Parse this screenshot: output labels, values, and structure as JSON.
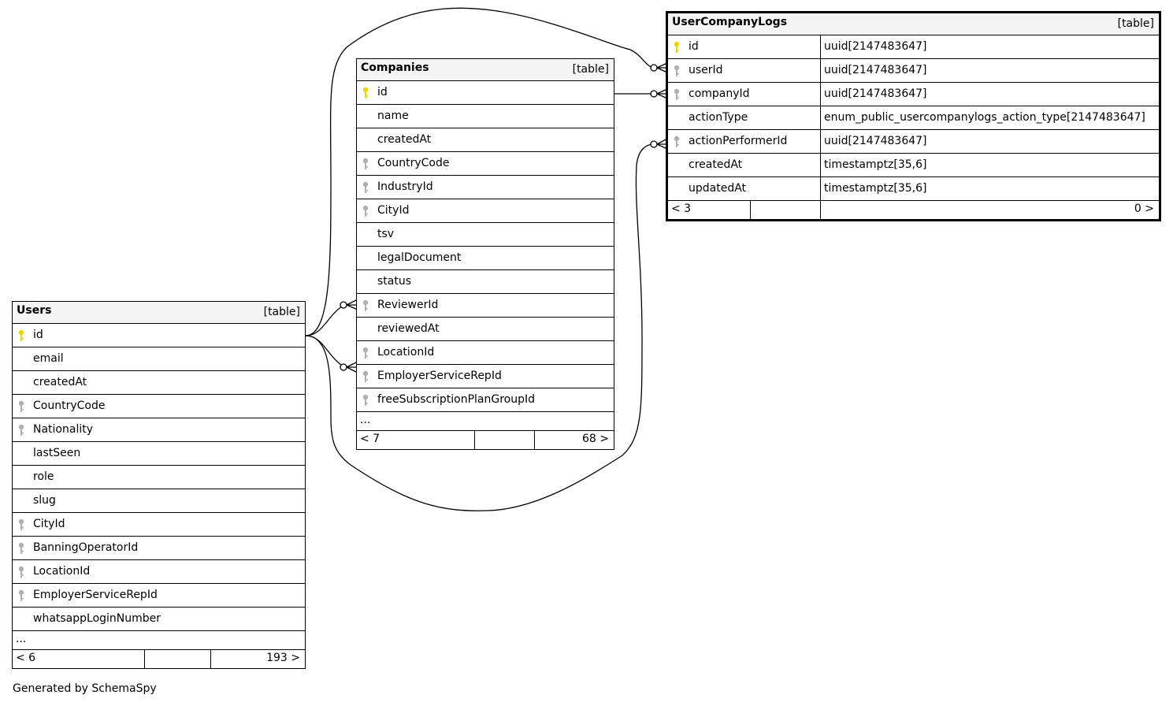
{
  "footer_text": "Generated by SchemaSpy",
  "colors": {
    "primary_key": "#e6d800",
    "foreign_key": "#b0b0b0",
    "header_bg": "#f4f4f4"
  },
  "tables": {
    "users": {
      "name": "Users",
      "type": "[table]",
      "columns": [
        {
          "name": "id",
          "key": "pk"
        },
        {
          "name": "email",
          "key": ""
        },
        {
          "name": "createdAt",
          "key": ""
        },
        {
          "name": "CountryCode",
          "key": "fk"
        },
        {
          "name": "Nationality",
          "key": "fk"
        },
        {
          "name": "lastSeen",
          "key": ""
        },
        {
          "name": "role",
          "key": ""
        },
        {
          "name": "slug",
          "key": ""
        },
        {
          "name": "CityId",
          "key": "fk"
        },
        {
          "name": "BanningOperatorId",
          "key": "fk"
        },
        {
          "name": "LocationId",
          "key": "fk"
        },
        {
          "name": "EmployerServiceRepId",
          "key": "fk"
        },
        {
          "name": "whatsappLoginNumber",
          "key": ""
        }
      ],
      "ellipsis": "...",
      "footer_left": "< 6",
      "footer_right": "193 >"
    },
    "companies": {
      "name": "Companies",
      "type": "[table]",
      "columns": [
        {
          "name": "id",
          "key": "pk"
        },
        {
          "name": "name",
          "key": ""
        },
        {
          "name": "createdAt",
          "key": ""
        },
        {
          "name": "CountryCode",
          "key": "fk"
        },
        {
          "name": "IndustryId",
          "key": "fk"
        },
        {
          "name": "CityId",
          "key": "fk"
        },
        {
          "name": "tsv",
          "key": ""
        },
        {
          "name": "legalDocument",
          "key": ""
        },
        {
          "name": "status",
          "key": ""
        },
        {
          "name": "ReviewerId",
          "key": "fk"
        },
        {
          "name": "reviewedAt",
          "key": ""
        },
        {
          "name": "LocationId",
          "key": "fk"
        },
        {
          "name": "EmployerServiceRepId",
          "key": "fk"
        },
        {
          "name": "freeSubscriptionPlanGroupId",
          "key": "fk"
        }
      ],
      "ellipsis": "...",
      "footer_left": "< 7",
      "footer_right": "68 >"
    },
    "logs": {
      "name": "UserCompanyLogs",
      "type": "[table]",
      "columns": [
        {
          "name": "id",
          "key": "pk",
          "type": "uuid[2147483647]"
        },
        {
          "name": "userId",
          "key": "fk",
          "type": "uuid[2147483647]"
        },
        {
          "name": "companyId",
          "key": "fk",
          "type": "uuid[2147483647]"
        },
        {
          "name": "actionType",
          "key": "",
          "type": "enum_public_usercompanylogs_action_type[2147483647]"
        },
        {
          "name": "actionPerformerId",
          "key": "fk",
          "type": "uuid[2147483647]"
        },
        {
          "name": "createdAt",
          "key": "",
          "type": "timestamptz[35,6]"
        },
        {
          "name": "updatedAt",
          "key": "",
          "type": "timestamptz[35,6]"
        }
      ],
      "footer_left": "< 3",
      "footer_right": "0 >"
    }
  }
}
